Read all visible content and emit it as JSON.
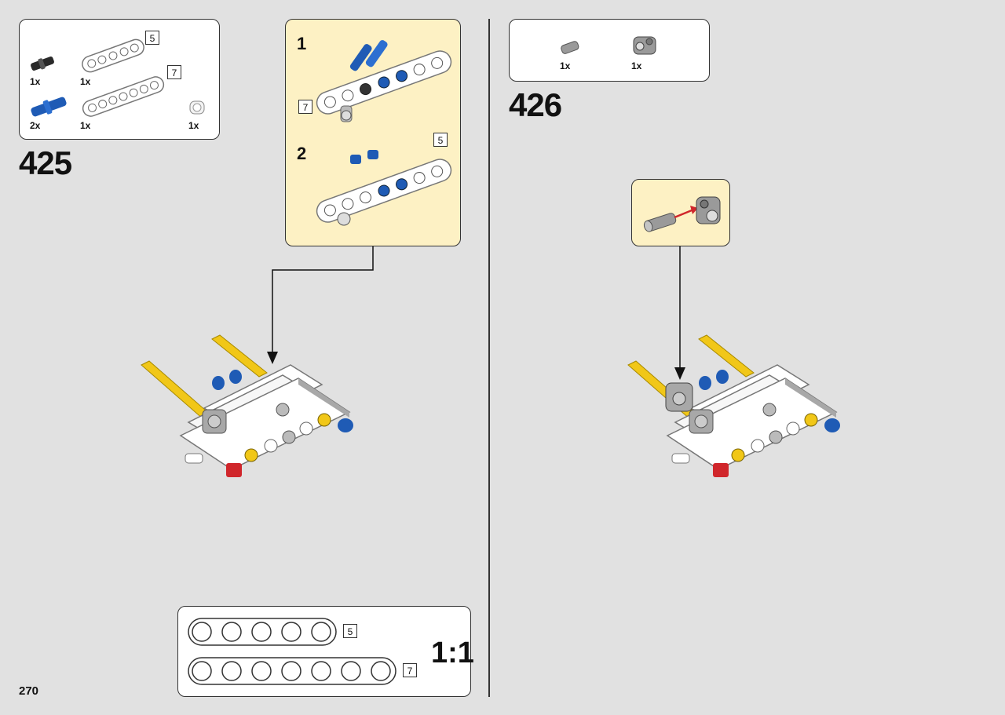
{
  "page_number": "270",
  "steps": [
    {
      "number": "425",
      "parts": [
        {
          "icon": "black-pin-icon",
          "qty": "1x"
        },
        {
          "icon": "beam-5-icon",
          "qty": "1x",
          "length": "5"
        },
        {
          "icon": "beam-7-icon",
          "qty": "1x",
          "length": "7"
        },
        {
          "icon": "blue-pin-icon",
          "qty": "2x"
        },
        {
          "icon": "bush-icon",
          "qty": "1x"
        }
      ],
      "substeps": [
        {
          "label": "1",
          "length": "7"
        },
        {
          "label": "2",
          "length": "5"
        }
      ]
    },
    {
      "number": "426",
      "parts": [
        {
          "icon": "gray-pin-icon",
          "qty": "1x"
        },
        {
          "icon": "cross-block-icon",
          "qty": "1x"
        }
      ]
    }
  ],
  "scale_reference": {
    "label": "1:1",
    "beams": [
      {
        "length": "5",
        "holes": 5
      },
      {
        "length": "7",
        "holes": 7
      }
    ]
  },
  "colors": {
    "background": "#e1e1e1",
    "callout_bg": "#fdf1c4",
    "technic_blue": "#1f5bb5",
    "technic_yellow": "#f1c718",
    "technic_red": "#d0262b",
    "light_gray": "#a8a8a8"
  }
}
